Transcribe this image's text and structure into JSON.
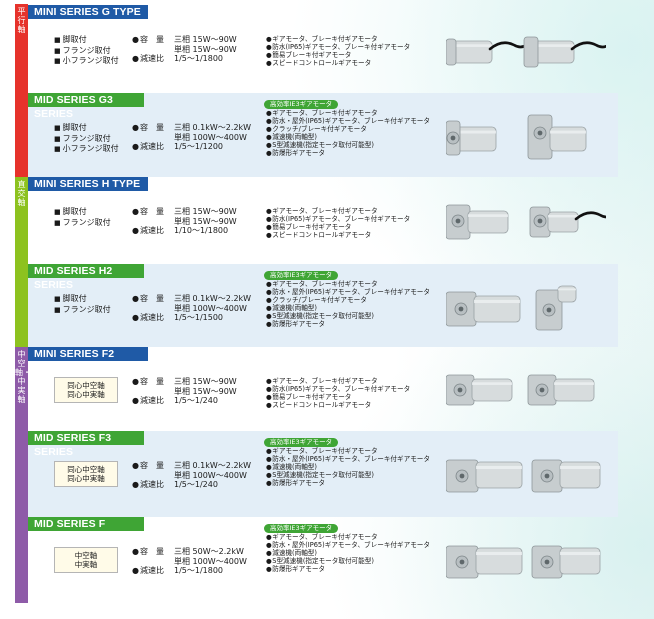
{
  "colors": {
    "mini_tab": "#1f5aa6",
    "mid_tab": "#3fa535",
    "parallel_bar": "#e6322b",
    "orthogonal_bar": "#8dc21f",
    "hollow_bar": "#8e5ba8",
    "alt_bg": "#e3eef7",
    "motor_body": "#d7dcdd"
  },
  "sidebars": [
    {
      "label": "平行軸"
    },
    {
      "label": "直交軸"
    },
    {
      "label": "中空軸・中実軸"
    }
  ],
  "sections": [
    {
      "title": "MINI SERIES G TYPE",
      "mounts": [
        "脚取付",
        "フランジ取付",
        "小フランジ取付"
      ],
      "capacity_label": "容　量",
      "capacity_1": "三相 15W〜90W",
      "capacity_2": "単相 15W〜90W",
      "ratio_label": "減速比",
      "ratio": "1/5〜1/1800",
      "badge": "",
      "features": [
        "ギアモータ、ブレーキ付ギアモータ",
        "防水(IP65)ギアモータ、ブレーキ付ギアモータ",
        "簡易ブレーキ付ギアモータ",
        "スピードコントロールギアモータ"
      ]
    },
    {
      "title": "MID SERIES G3 SERIES",
      "mounts": [
        "脚取付",
        "フランジ取付",
        "小フランジ取付"
      ],
      "capacity_label": "容　量",
      "capacity_1": "三相 0.1kW〜2.2kW",
      "capacity_2": "単相 100W〜400W",
      "ratio_label": "減速比",
      "ratio": "1/5〜1/1200",
      "badge": "高効率IE3ギアモータ",
      "features": [
        "ギアモータ、ブレーキ付ギアモータ",
        "防水・屋外(IP65)ギアモータ、ブレーキ付ギアモータ",
        "クラッチ/ブレーキ付ギアモータ",
        "減速機(両軸型)",
        "S型減速機(指定モータ取付可能型)",
        "防爆形ギアモータ"
      ]
    },
    {
      "title": "MINI SERIES H TYPE",
      "mounts": [
        "脚取付",
        "フランジ取付"
      ],
      "capacity_label": "容　量",
      "capacity_1": "三相 15W〜90W",
      "capacity_2": "単相 15W〜90W",
      "ratio_label": "減速比",
      "ratio": "1/10〜1/1800",
      "badge": "",
      "features": [
        "ギアモータ、ブレーキ付ギアモータ",
        "防水(IP65)ギアモータ、ブレーキ付ギアモータ",
        "簡易ブレーキ付ギアモータ",
        "スピードコントロールギアモータ"
      ]
    },
    {
      "title": "MID SERIES H2 SERIES",
      "mounts": [
        "脚取付",
        "フランジ取付"
      ],
      "capacity_label": "容　量",
      "capacity_1": "三相 0.1kW〜2.2kW",
      "capacity_2": "単相 100W〜400W",
      "ratio_label": "減速比",
      "ratio": "1/5〜1/1500",
      "badge": "高効率IE3ギアモータ",
      "features": [
        "ギアモータ、ブレーキ付ギアモータ",
        "防水・屋外(IP65)ギアモータ、ブレーキ付ギアモータ",
        "クラッチ/ブレーキ付ギアモータ",
        "減速機(両軸型)",
        "S型減速機(指定モータ取付可能型)",
        "防爆形ギアモータ"
      ]
    },
    {
      "title": "MINI SERIES F2 TYPE",
      "mounts": [
        "同心中空軸",
        "同心中実軸"
      ],
      "capacity_label": "容　量",
      "capacity_1": "三相 15W〜90W",
      "capacity_2": "単相 15W〜90W",
      "ratio_label": "減速比",
      "ratio": "1/5〜1/240",
      "badge": "",
      "features": [
        "ギアモータ、ブレーキ付ギアモータ",
        "防水(IP65)ギアモータ、ブレーキ付ギアモータ",
        "簡易ブレーキ付ギアモータ",
        "スピードコントロールギアモータ"
      ]
    },
    {
      "title": "MID SERIES F3 SERIES",
      "mounts": [
        "同心中空軸",
        "同心中実軸"
      ],
      "capacity_label": "容　量",
      "capacity_1": "三相 0.1kW〜2.2kW",
      "capacity_2": "単相 100W〜400W",
      "ratio_label": "減速比",
      "ratio": "1/5〜1/240",
      "badge": "高効率IE3ギアモータ",
      "features": [
        "ギアモータ、ブレーキ付ギアモータ",
        "防水・屋外(IP65)ギアモータ、ブレーキ付ギアモータ",
        "減速機(両軸型)",
        "S型減速機(指定モータ取付可能型)",
        "防爆形ギアモータ"
      ]
    },
    {
      "title": "MID SERIES F SERIES",
      "mounts": [
        "中空軸",
        "中実軸"
      ],
      "capacity_label": "容　量",
      "capacity_1": "三相 50W〜2.2kW",
      "capacity_2": "単相 100W〜400W",
      "ratio_label": "減速比",
      "ratio": "1/5〜1/1800",
      "badge": "高効率IE3ギアモータ",
      "features": [
        "ギアモータ、ブレーキ付ギアモータ",
        "防水・屋外(IP65)ギアモータ、ブレーキ付ギアモータ",
        "減速機(両軸型)",
        "S型減速機(指定モータ取付可能型)",
        "防爆形ギアモータ"
      ]
    }
  ]
}
